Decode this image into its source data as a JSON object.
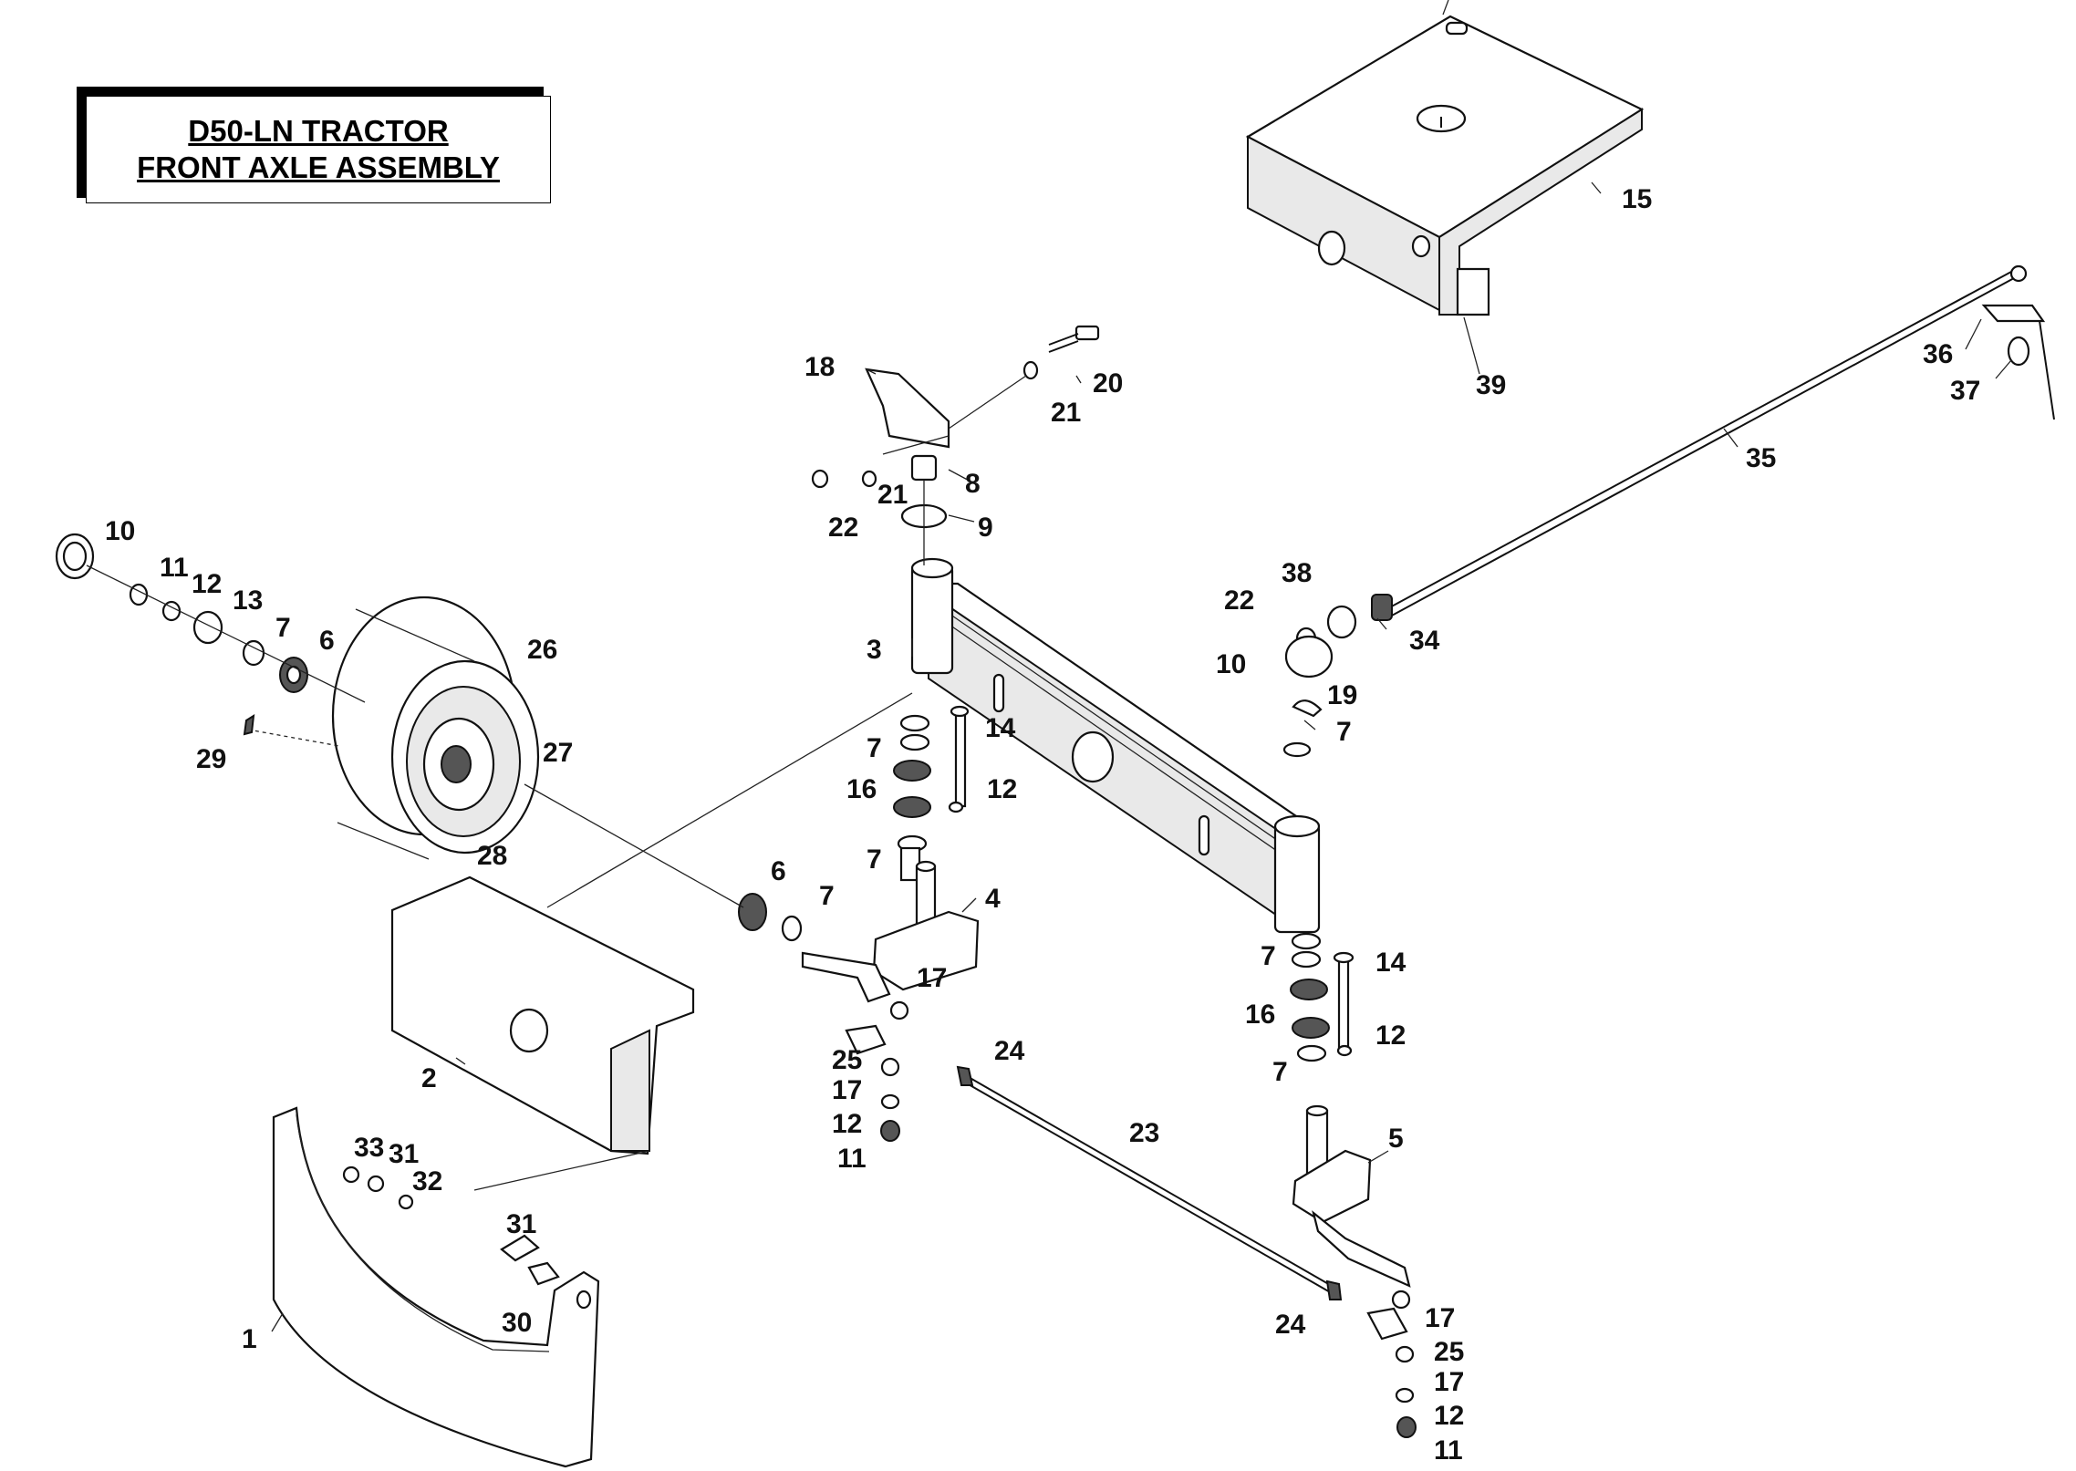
{
  "title": {
    "line1": "D50-LN TRACTOR",
    "line2": "FRONT AXLE ASSEMBLY"
  },
  "callouts": [
    {
      "id": "c15",
      "text": "15"
    },
    {
      "id": "c39",
      "text": "39"
    },
    {
      "id": "c36",
      "text": "36"
    },
    {
      "id": "c37",
      "text": "37"
    },
    {
      "id": "c35",
      "text": "35"
    },
    {
      "id": "c18",
      "text": "18"
    },
    {
      "id": "c20",
      "text": "20"
    },
    {
      "id": "c21a",
      "text": "21"
    },
    {
      "id": "c21b",
      "text": "21"
    },
    {
      "id": "c8",
      "text": "8"
    },
    {
      "id": "c22a",
      "text": "22"
    },
    {
      "id": "c9",
      "text": "9"
    },
    {
      "id": "c10a",
      "text": "10"
    },
    {
      "id": "c11a",
      "text": "11"
    },
    {
      "id": "c12a",
      "text": "12"
    },
    {
      "id": "c13",
      "text": "13"
    },
    {
      "id": "c7a",
      "text": "7"
    },
    {
      "id": "c6a",
      "text": "6"
    },
    {
      "id": "c26",
      "text": "26"
    },
    {
      "id": "c3",
      "text": "3"
    },
    {
      "id": "c38",
      "text": "38"
    },
    {
      "id": "c22b",
      "text": "22"
    },
    {
      "id": "c34",
      "text": "34"
    },
    {
      "id": "c10b",
      "text": "10"
    },
    {
      "id": "c19",
      "text": "19"
    },
    {
      "id": "c7b",
      "text": "7"
    },
    {
      "id": "c14a",
      "text": "14"
    },
    {
      "id": "c7c",
      "text": "7"
    },
    {
      "id": "c16a",
      "text": "16"
    },
    {
      "id": "c12b",
      "text": "12"
    },
    {
      "id": "c29",
      "text": "29"
    },
    {
      "id": "c27",
      "text": "27"
    },
    {
      "id": "c28",
      "text": "28"
    },
    {
      "id": "c7d",
      "text": "7"
    },
    {
      "id": "c6b",
      "text": "6"
    },
    {
      "id": "c7e",
      "text": "7"
    },
    {
      "id": "c4",
      "text": "4"
    },
    {
      "id": "c17a",
      "text": "17"
    },
    {
      "id": "c7f",
      "text": "7"
    },
    {
      "id": "c14b",
      "text": "14"
    },
    {
      "id": "c16b",
      "text": "16"
    },
    {
      "id": "c12c",
      "text": "12"
    },
    {
      "id": "c7g",
      "text": "7"
    },
    {
      "id": "c2",
      "text": "2"
    },
    {
      "id": "c25a",
      "text": "25"
    },
    {
      "id": "c24a",
      "text": "24"
    },
    {
      "id": "c17b",
      "text": "17"
    },
    {
      "id": "c12d",
      "text": "12"
    },
    {
      "id": "c11b",
      "text": "11"
    },
    {
      "id": "c23",
      "text": "23"
    },
    {
      "id": "c5",
      "text": "5"
    },
    {
      "id": "c33",
      "text": "33"
    },
    {
      "id": "c31a",
      "text": "31"
    },
    {
      "id": "c32",
      "text": "32"
    },
    {
      "id": "c31b",
      "text": "31"
    },
    {
      "id": "c30",
      "text": "30"
    },
    {
      "id": "c1",
      "text": "1"
    },
    {
      "id": "c24b",
      "text": "24"
    },
    {
      "id": "c17c",
      "text": "17"
    },
    {
      "id": "c25b",
      "text": "25"
    },
    {
      "id": "c17d",
      "text": "17"
    },
    {
      "id": "c12e",
      "text": "12"
    },
    {
      "id": "c11c",
      "text": "11"
    }
  ]
}
